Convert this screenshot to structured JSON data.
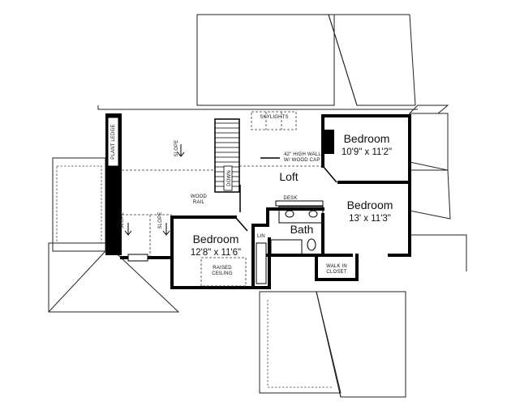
{
  "rooms": {
    "bedroom_1": {
      "name": "Bedroom",
      "size": "10'9\" x 11'2\""
    },
    "bedroom_2": {
      "name": "Bedroom",
      "size": "13' x 11'3\""
    },
    "bedroom_3": {
      "name": "Bedroom",
      "size": "12'8\" x 11'6\""
    },
    "loft": {
      "name": "Loft"
    },
    "bath": {
      "name": "Bath"
    }
  },
  "notes": {
    "skylights": "SKYLIGHTS",
    "high_wall_1": "42\" HIGH WALL",
    "high_wall_2": "W/ WOOD CAP",
    "plant_ledge": "PLANT LEDGE",
    "slope_1": "SLOPE",
    "slope_2": "SLOPE",
    "slope_3": "SLOPE",
    "down": "DOWN",
    "wood_rail_1": "WOOD",
    "wood_rail_2": "RAIL",
    "desk": "DESK",
    "lin": "LIN",
    "raised_1": "RAISED",
    "raised_2": "CEILING",
    "walk_in_1": "WALK IN",
    "walk_in_2": "CLOSET"
  }
}
